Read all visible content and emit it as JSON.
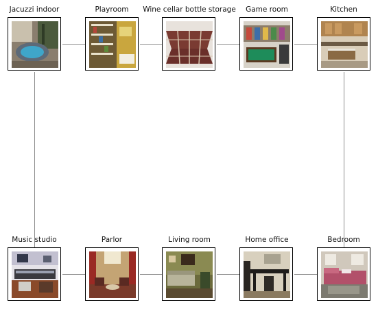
{
  "diagram": {
    "rooms": [
      {
        "id": "jacuzzi",
        "label": "Jacuzzi indoor",
        "icon": "jacuzzi-photo"
      },
      {
        "id": "playroom",
        "label": "Playroom",
        "icon": "playroom-photo"
      },
      {
        "id": "wine",
        "label": "Wine cellar bottle storage",
        "icon": "wine-cellar-photo"
      },
      {
        "id": "game",
        "label": "Game room",
        "icon": "game-room-photo"
      },
      {
        "id": "kitchen",
        "label": "Kitchen",
        "icon": "kitchen-photo"
      },
      {
        "id": "music",
        "label": "Music studio",
        "icon": "music-studio-photo"
      },
      {
        "id": "parlor",
        "label": "Parlor",
        "icon": "parlor-photo"
      },
      {
        "id": "living",
        "label": "Living room",
        "icon": "living-room-photo"
      },
      {
        "id": "office",
        "label": "Home office",
        "icon": "home-office-photo"
      },
      {
        "id": "bedroom",
        "label": "Bedroom",
        "icon": "bedroom-photo"
      }
    ],
    "connections": [
      [
        "jacuzzi",
        "playroom"
      ],
      [
        "playroom",
        "wine"
      ],
      [
        "wine",
        "game"
      ],
      [
        "game",
        "kitchen"
      ],
      [
        "jacuzzi",
        "music"
      ],
      [
        "kitchen",
        "bedroom"
      ],
      [
        "music",
        "parlor"
      ],
      [
        "parlor",
        "living"
      ],
      [
        "living",
        "office"
      ],
      [
        "office",
        "bedroom"
      ]
    ],
    "colors": {
      "line": "#8c8c8c",
      "border": "#000000"
    }
  }
}
